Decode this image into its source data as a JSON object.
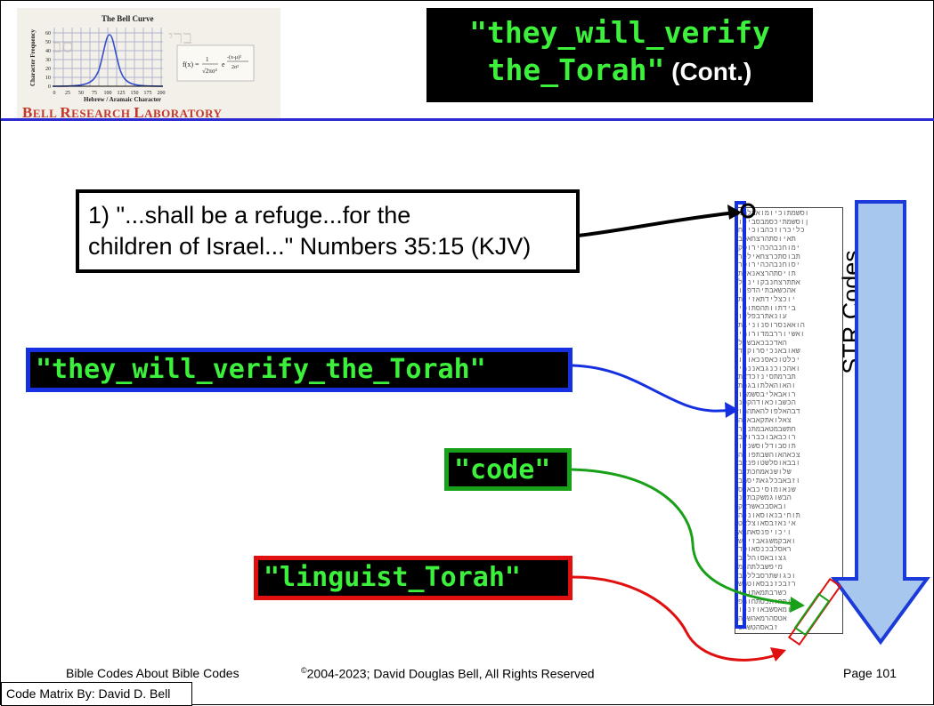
{
  "logo": {
    "chart_title": "The Bell Curve",
    "x_axis_label": "Hebrew / Aramaic Character",
    "y_axis_label": "Character Frequency",
    "y_ticks": [
      "60",
      "50",
      "40",
      "30",
      "20",
      "10",
      "0"
    ],
    "x_ticks": [
      "0",
      "25",
      "50",
      "75",
      "100",
      "125",
      "150",
      "175",
      "200"
    ],
    "lab_name_parts": [
      "B",
      "ELL ",
      "R",
      "ESEARCH ",
      "L",
      "ABORATORY"
    ]
  },
  "title": {
    "line1": "\"they_will_verify",
    "line2_mono": "the_Torah\"",
    "line2_suffix": " (Cont.)"
  },
  "quote": {
    "line1": "1) \"...shall be a refuge...for the",
    "line2": "children of Israel...\" Numbers 35:15 (KJV)"
  },
  "terms": {
    "blue": "\"they_will_verify_the_Torah\"",
    "green": "\"code\"",
    "red": "\"linguist_Torah\""
  },
  "matrix_rows": [
    "וסשמתוכיומואבלממ",
    "ןוסשמתיכסמבסביכו",
    "כליכרוזכהבוכיוח",
    "תאיוסתהרצחאסב",
    "ימוחנבהכהירוסק",
    "תבוסתכרצחאילכר",
    "יסוחנבהכהירוסר",
    "תויסתהרצאנאלת",
    "אתתרצחנבקוינול",
    "אהכשאבתיהדפנו",
    "יוכצלידתאזינת",
    "בידתוותהסתוסי",
    "עונאתרבפלקו",
    "הואאנסרוסנוניבת",
    "ואשיוררבמדורומי",
    "האדכבכאבשרל",
    "שאובאנכיסרוקנד",
    "יכלטוכאסנכאוגו",
    "ואהכוכנגבאננתי",
    "תברמתסינזכדאת",
    "והאוהאלתובגהת",
    "רואבאליבסשמהו",
    "הכשבוכאודהקטנ",
    "דבהאלפולהאתהתו",
    "צאלואתקאבאיה",
    "חתשבמטאבמתנגר",
    "רוכבאבוכברושב",
    "תוסבודלוסשנקו",
    "צכאהאוהשבתפונה",
    "ובבאוסלשטופנאב",
    "שלושנאמחכתדב",
    "וזבאבכלגאתיסמב",
    "שנאומוסיכבאוס",
    "הבשוגמשקבתלנ",
    "ובאסבכאשראק",
    "תוחיבנאוסאונכה",
    "אינאזבסאוצלאט",
    "ויכויפנסאחבא",
    "ואבקמשגאבזיוש",
    "ראסלבכנסאוסד",
    "גצובאסוהלנב",
    "מיפשבלתהומ",
    "וכגושתרסבללפב",
    "רזבכזנבסאוטמש",
    "כשרבתמאתוגי",
    "ותהותכסתחותפ",
    "ומאסשבאוזנכו",
    "אטסהרמאהשכה",
    "זבאסהטשחס"
  ],
  "str_label": "STR Codes",
  "footer": {
    "left": "Bible Codes About Bible Codes",
    "copyright_symbol": "©",
    "copyright": "2004-2023; David Douglas Bell, All Rights Reserved",
    "page": "Page 101",
    "credit": "Code Matrix By: David D. Bell"
  }
}
